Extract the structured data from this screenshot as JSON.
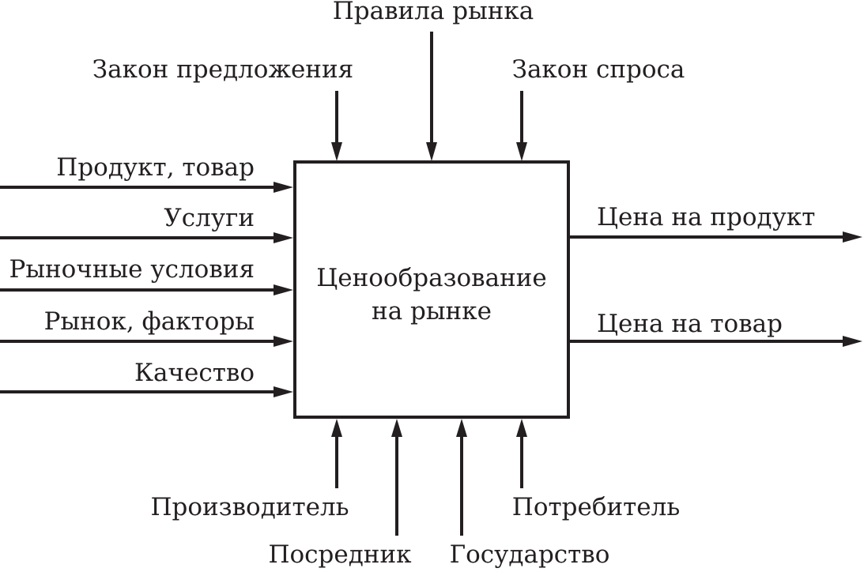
{
  "diagram": {
    "type": "IDEF0 function block",
    "colors": {
      "stroke": "#231f20",
      "text": "#231f20",
      "background": "#ffffff"
    },
    "process": {
      "line1": "Ценообразование",
      "line2": "на рынке"
    },
    "controls": [
      {
        "label": "Закон предложения",
        "direction": "down"
      },
      {
        "label": "Правила рынка",
        "direction": "down"
      },
      {
        "label": "Закон спроса",
        "direction": "down"
      }
    ],
    "inputs": [
      {
        "label": "Продукт, товар",
        "direction": "right"
      },
      {
        "label": "Услуги",
        "direction": "right"
      },
      {
        "label": "Рыночные условия",
        "direction": "right"
      },
      {
        "label": "Рынок, факторы",
        "direction": "right"
      },
      {
        "label": "Качество",
        "direction": "right"
      }
    ],
    "outputs": [
      {
        "label": "Цена на продукт",
        "direction": "right"
      },
      {
        "label": "Цена на товар",
        "direction": "right"
      }
    ],
    "mechanisms": [
      {
        "label": "Производитель",
        "direction": "up"
      },
      {
        "label": "Посредник",
        "direction": "up"
      },
      {
        "label": "Государство",
        "direction": "up"
      },
      {
        "label": "Потребитель",
        "direction": "up"
      }
    ]
  }
}
